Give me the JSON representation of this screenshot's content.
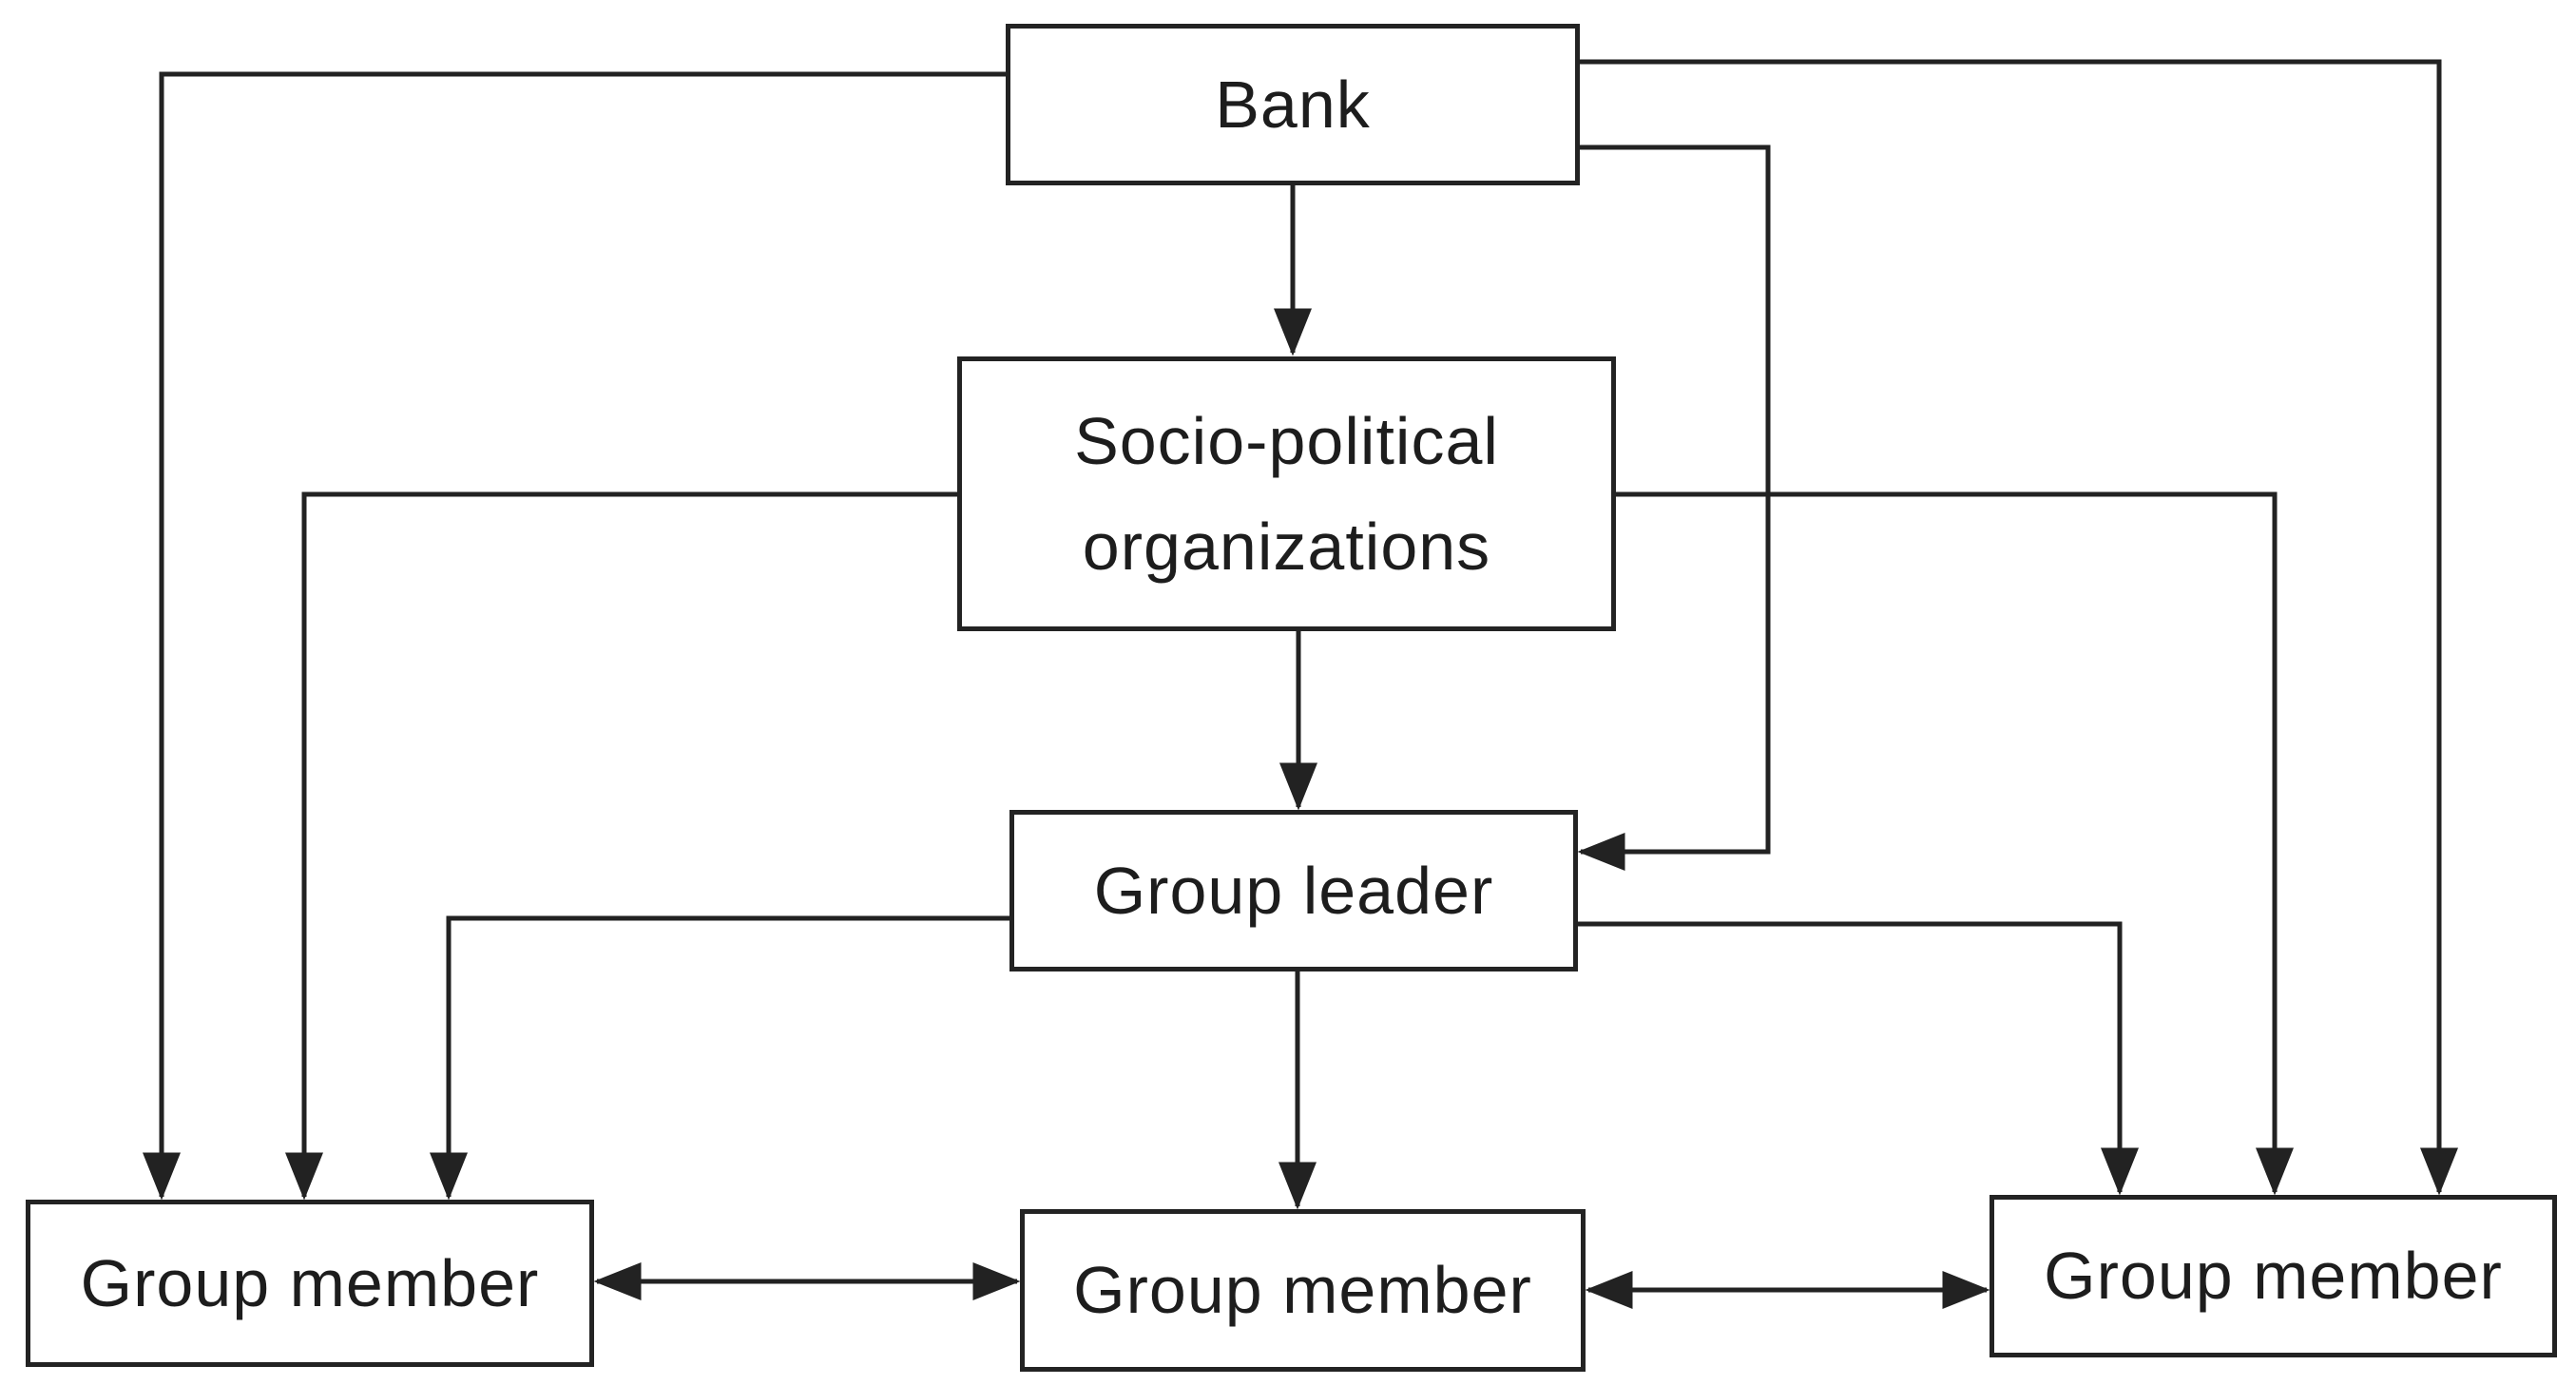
{
  "colors": {
    "background": "#ffffff",
    "stroke": "#222222",
    "box_fill": "#ffffff",
    "text": "#1d1d1d"
  },
  "nodes": {
    "bank": {
      "label": "Bank"
    },
    "socio_political": {
      "label": "Socio-political organizations"
    },
    "group_leader": {
      "label": "Group leader"
    },
    "group_member_left": {
      "label": "Group member"
    },
    "group_member_center": {
      "label": "Group member"
    },
    "group_member_right": {
      "label": "Group member"
    }
  },
  "edges": [
    {
      "from": "bank",
      "to": "socio_political",
      "type": "directed"
    },
    {
      "from": "bank",
      "to": "group_leader",
      "type": "directed"
    },
    {
      "from": "bank",
      "to": "group_member_left",
      "type": "directed"
    },
    {
      "from": "bank",
      "to": "group_member_right",
      "type": "directed"
    },
    {
      "from": "socio_political",
      "to": "group_leader",
      "type": "directed"
    },
    {
      "from": "socio_political",
      "to": "group_member_left",
      "type": "directed"
    },
    {
      "from": "socio_political",
      "to": "group_member_right",
      "type": "directed"
    },
    {
      "from": "group_leader",
      "to": "group_member_left",
      "type": "directed"
    },
    {
      "from": "group_leader",
      "to": "group_member_center",
      "type": "directed"
    },
    {
      "from": "group_leader",
      "to": "group_member_right",
      "type": "directed"
    },
    {
      "from": "group_member_left",
      "to": "group_member_center",
      "type": "bidirectional"
    },
    {
      "from": "group_member_center",
      "to": "group_member_right",
      "type": "bidirectional"
    }
  ]
}
